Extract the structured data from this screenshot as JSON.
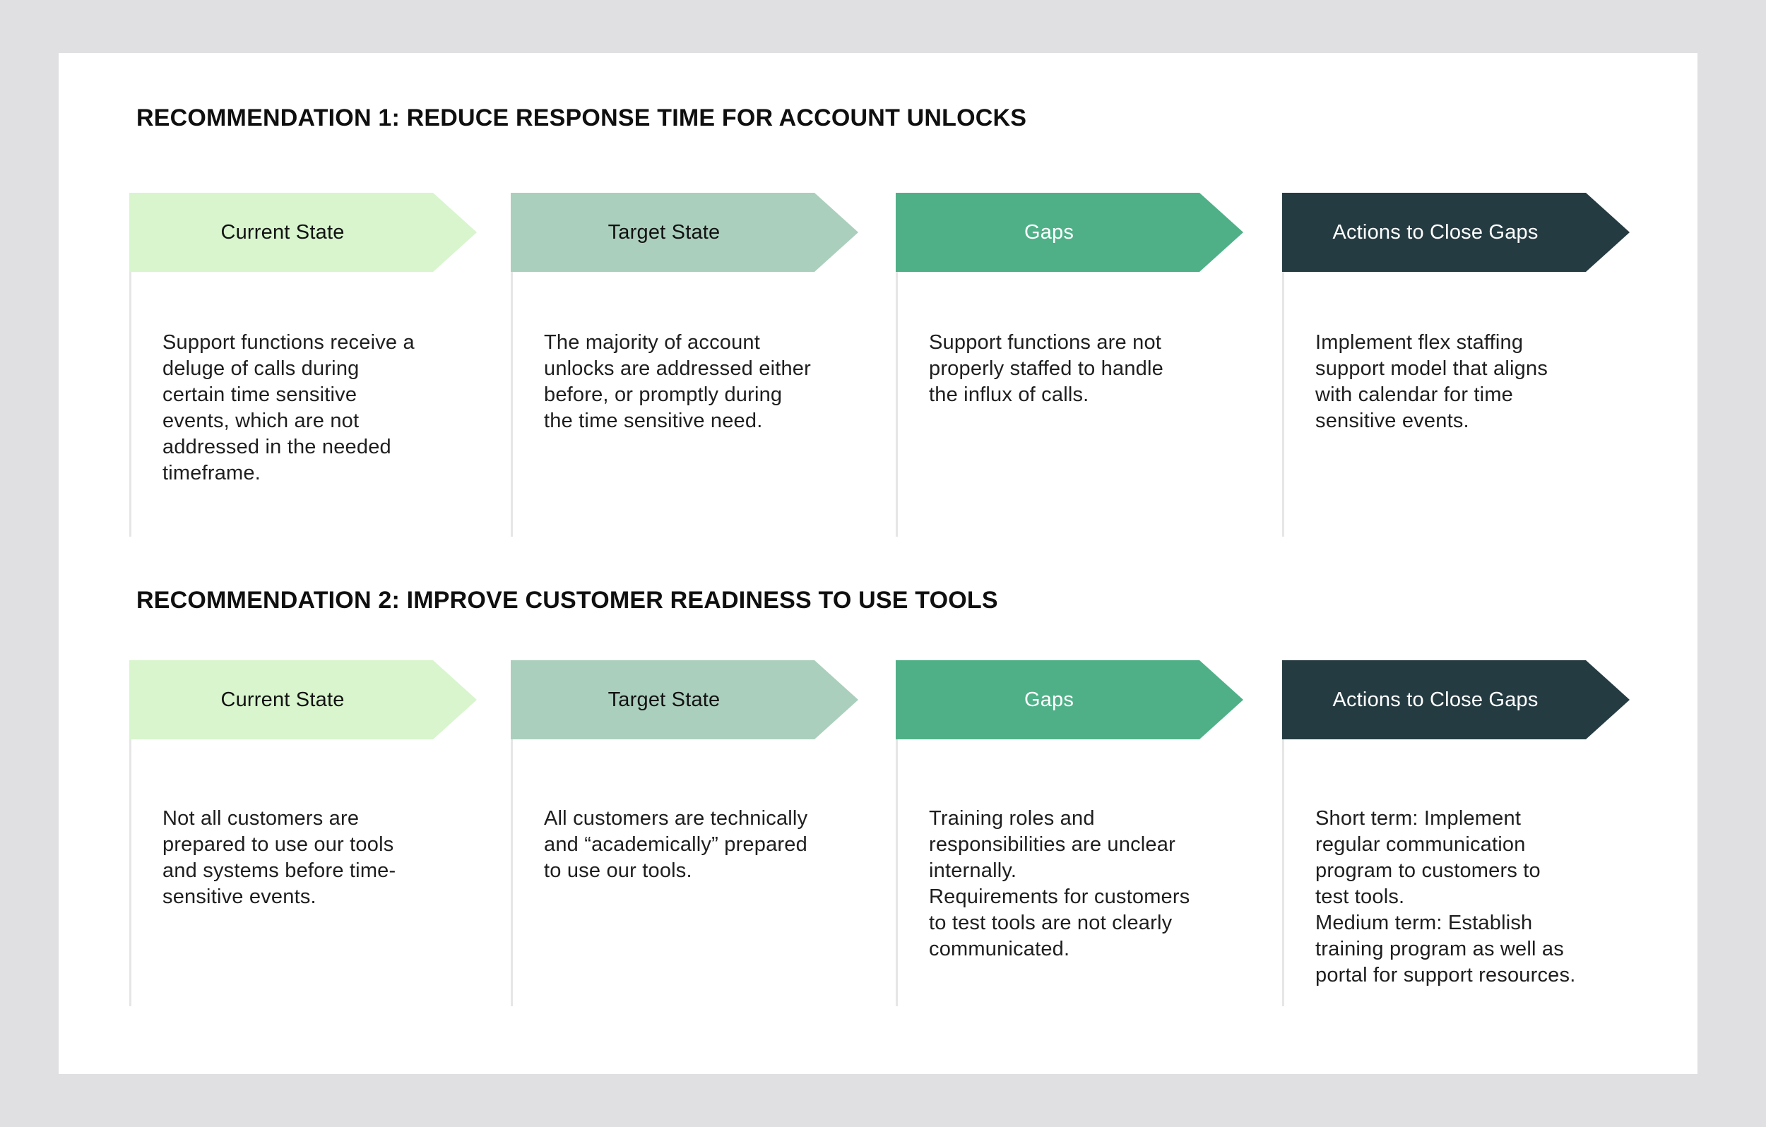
{
  "page": {
    "background_color": "#e0e0e2",
    "card_color": "#ffffff"
  },
  "recommendations": [
    {
      "heading": "RECOMMENDATION 1: REDUCE RESPONSE TIME FOR ACCOUNT UNLOCKS",
      "columns": [
        {
          "label": "Current State",
          "fill": "#d8f5cd",
          "label_color": "#121212",
          "text": "Support functions receive a\ndeluge of calls during\ncertain time sensitive\nevents, which are not\naddressed in the needed\ntimeframe."
        },
        {
          "label": "Target State",
          "fill": "#abcfbd",
          "label_color": "#121212",
          "text": "The majority of account\nunlocks are addressed either\nbefore, or promptly during\nthe time sensitive need."
        },
        {
          "label": "Gaps",
          "fill": "#4fb087",
          "label_color": "#ffffff",
          "text": "Support functions are not\nproperly staffed to handle\nthe influx of calls."
        },
        {
          "label": "Actions to Close Gaps",
          "fill": "#253b42",
          "label_color": "#ffffff",
          "text": "Implement flex staffing\nsupport model that aligns\nwith calendar for time\nsensitive events."
        }
      ]
    },
    {
      "heading": "RECOMMENDATION 2: IMPROVE CUSTOMER READINESS TO USE TOOLS",
      "columns": [
        {
          "label": "Current State",
          "fill": "#d8f5cd",
          "label_color": "#121212",
          "text": "Not all customers are\nprepared to use our tools\nand systems before time-\nsensitive events."
        },
        {
          "label": "Target State",
          "fill": "#abcfbd",
          "label_color": "#121212",
          "text": "All customers are technically\nand “academically” prepared\nto use our tools."
        },
        {
          "label": "Gaps",
          "fill": "#4fb087",
          "label_color": "#ffffff",
          "text": "Training roles and\nresponsibilities are unclear\ninternally.\nRequirements for customers\nto test tools are not clearly\ncommunicated."
        },
        {
          "label": "Actions to Close Gaps",
          "fill": "#253b42",
          "label_color": "#ffffff",
          "text": "Short term: Implement\nregular communication\nprogram to customers to\ntest tools.\nMedium term: Establish\ntraining program as well as\nportal for support resources."
        }
      ]
    }
  ]
}
